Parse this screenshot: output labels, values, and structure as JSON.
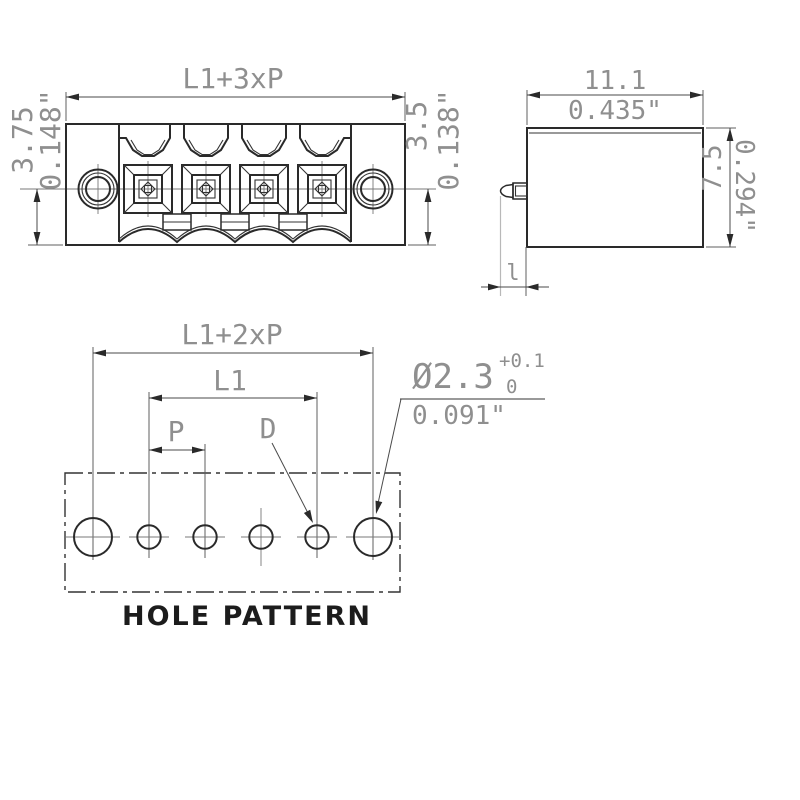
{
  "drawing": {
    "front_view": {
      "width_dim": "L1+3xP",
      "left_mm": "3.75",
      "left_inch": "0.148\"",
      "right_mm": "3.5",
      "right_inch": "0.138\""
    },
    "side_view": {
      "width_mm": "11.1",
      "width_inch": "0.435\"",
      "height_mm": "7.5",
      "height_inch": "0.294\"",
      "pin_dim": "l"
    },
    "hole_pattern": {
      "title": "HOLE PATTERN",
      "outer_dim": "L1+2xP",
      "inner_dim": "L1",
      "pitch_dim": "P",
      "hole_label": "D",
      "dia_mm": "Ø2.3",
      "dia_tol_plus": "+0.1",
      "dia_tol_minus": "0",
      "dia_inch": "0.091\""
    },
    "colors": {
      "line": "#2a2a2a",
      "dim_text": "#8f8f8f",
      "title_text": "#1c1c1c",
      "background": "#ffffff"
    }
  }
}
